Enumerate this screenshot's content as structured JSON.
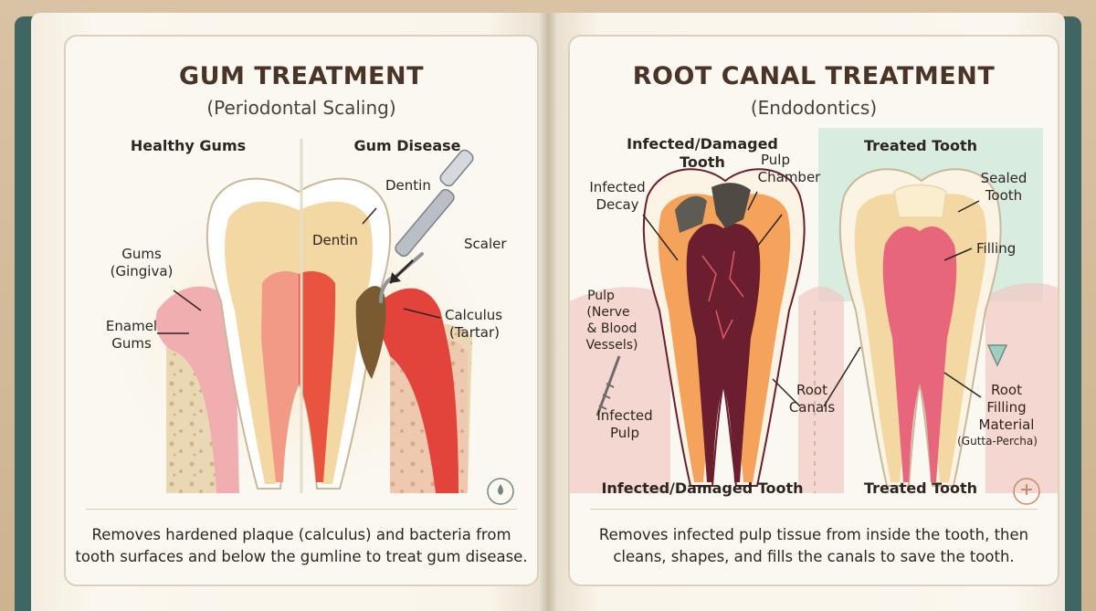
{
  "left_page": {
    "title": "GUM TREATMENT",
    "subtitle": "(Periodontal Scaling)",
    "panel_healthy": "Healthy Gums",
    "panel_disease": "Gum Disease",
    "labels": {
      "dentin_top": "Dentin",
      "dentin_mid": "Dentin",
      "scaler": "Scaler",
      "gums_1": "Gums",
      "gums_2": "(Gingiva)",
      "enamel_1": "Enamel",
      "enamel_2": "Gums",
      "calculus_1": "Calculus",
      "calculus_2": "(Tartar)"
    },
    "description_1": "Removes hardened plaque (calculus) and bacteria from",
    "description_2": "tooth surfaces and below the gumline to treat gum disease."
  },
  "right_page": {
    "title": "ROOT CANAL TREATMENT",
    "subtitle": "(Endodontics)",
    "panel_infected_1": "Infected/Damaged",
    "panel_infected_2": "Tooth",
    "panel_treated": "Treated Tooth",
    "labels": {
      "pulp_chamber_1": "Pulp",
      "pulp_chamber_2": "Chamber",
      "infected_decay_1": "Infected",
      "infected_decay_2": "Decay",
      "sealed_1": "Sealed",
      "sealed_2": "Tooth",
      "filling": "Filling",
      "pulp_1": "Pulp",
      "pulp_2": "(Nerve",
      "pulp_3": "& Blood",
      "pulp_4": "Vessels)",
      "infected_pulp_1": "Infected",
      "infected_pulp_2": "Pulp",
      "root_canals_1": "Root",
      "root_canals_2": "Canals",
      "root_filling_1": "Root",
      "root_filling_2": "Filling",
      "root_filling_3": "Material",
      "root_filling_4": "(Gutta-Percha)"
    },
    "bottom_infected": "Infected/Damaged Tooth",
    "bottom_treated": "Treated Tooth",
    "description_1": "Removes infected pulp tissue from inside the tooth, then",
    "description_2": "cleans, shapes, and fills the canals to save the tooth."
  },
  "colors": {
    "cover": "#3f6660",
    "gum_healthy": "#f1aeb0",
    "gum_inflamed": "#e2433a",
    "dentin": "#f4d8a3",
    "pulp_healthy": "#f39a86",
    "pulp_infected": "#6b1e2d",
    "filling": "#e8667c",
    "bone": "#ead8b4",
    "calculus": "#7a5a30",
    "treated_bg": "#d8ece0"
  }
}
